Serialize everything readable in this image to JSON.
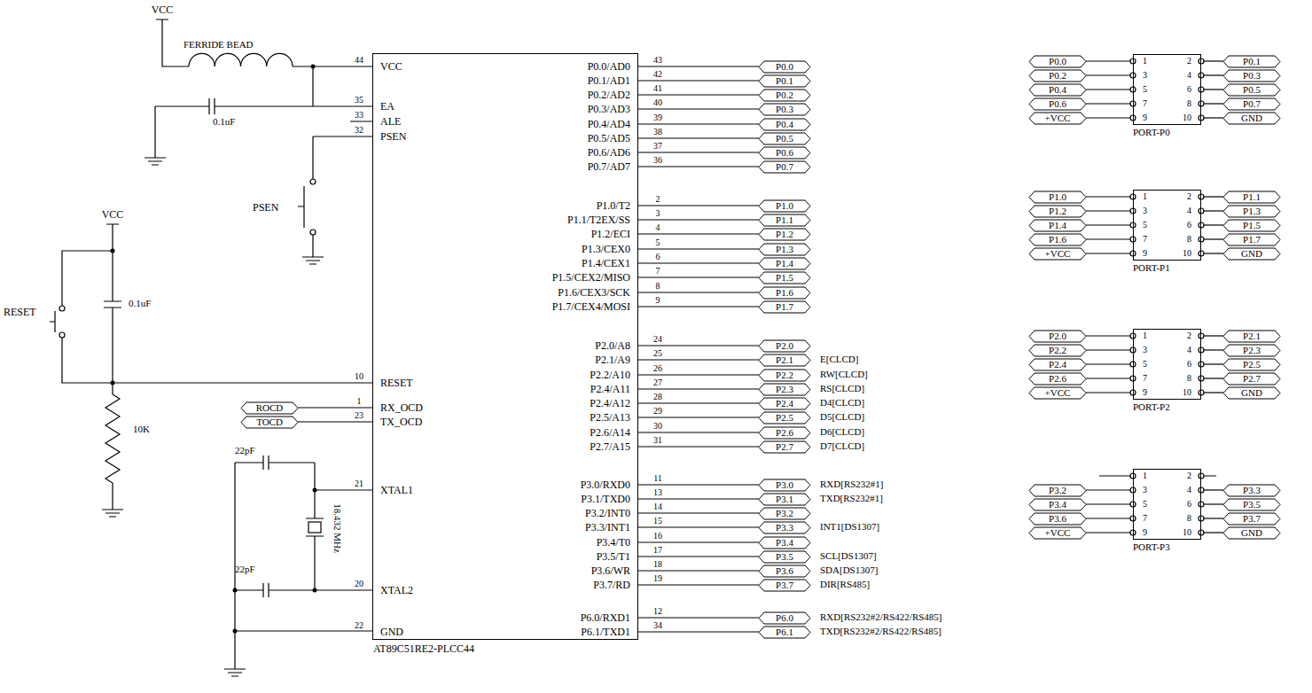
{
  "diagram": {
    "nodes": [
      {
        "text": [
          "VCC",
          "EA",
          "ALE",
          "PSEN",
          "RESET",
          "RX_OCD",
          "TX_OCD",
          "XTAL1",
          "XTAL2",
          "GND",
          "P0.0/AD0",
          "P0.1/AD1",
          "P0.2/AD2",
          "P0.3/AD3",
          "P0.4/AD4",
          "P0.5/AD5",
          "P0.6/AD6",
          "P0.7/AD7",
          "P1.0/T2",
          "P1.1/T2EX/SS",
          "P1.2/ECI",
          "P1.3/CEX0",
          "P1.4/CEX1",
          "P1.5/CEX2/MISO",
          "P1.6/CEX3/SCK",
          "P1.7/CEX4/MOSI",
          "P2.0/A8",
          "P2.1/A9",
          "P2.2/A10",
          "P2.4/A11",
          "P2.4/A12",
          "P2.5/A13",
          "P2.6/A14",
          "P2.7/A15",
          "P3.0/RXD0",
          "P3.1/TXD0",
          "P3.2/INT0",
          "P3.3/INT1",
          "P3.4/T0",
          "P3.5/T1",
          "P3.6/WR",
          "P3.7/RD",
          "P6.0/RXD1",
          "P6.1/TXD1",
          "AT89C51RE2-PLCC44"
        ]
      },
      {
        "text": [
          "ROCD"
        ]
      },
      {
        "text": [
          "TOCD"
        ]
      },
      {
        "text": [
          "P0.0"
        ]
      },
      {
        "text": [
          "P0.1"
        ]
      },
      {
        "text": [
          "P0.2"
        ]
      },
      {
        "text": [
          "P0.3"
        ]
      },
      {
        "text": [
          "P0.4"
        ]
      },
      {
        "text": [
          "P0.5"
        ]
      },
      {
        "text": [
          "P0.6"
        ]
      },
      {
        "text": [
          "P0.7"
        ]
      },
      {
        "text": [
          "P1.0"
        ]
      },
      {
        "text": [
          "P1.1"
        ]
      },
      {
        "text": [
          "P1.2"
        ]
      },
      {
        "text": [
          "P1.3"
        ]
      },
      {
        "text": [
          "P1.4"
        ]
      },
      {
        "text": [
          "P1.5"
        ]
      },
      {
        "text": [
          "P1.6"
        ]
      },
      {
        "text": [
          "P1.7"
        ]
      },
      {
        "text": [
          "P2.0"
        ]
      },
      {
        "text": [
          "P2.1"
        ]
      },
      {
        "text": [
          "P2.2"
        ]
      },
      {
        "text": [
          "P2.3"
        ]
      },
      {
        "text": [
          "P2.4"
        ]
      },
      {
        "text": [
          "P2.5"
        ]
      },
      {
        "text": [
          "P2.6"
        ]
      },
      {
        "text": [
          "P2.7"
        ]
      },
      {
        "text": [
          "P3.0"
        ]
      },
      {
        "text": [
          "P3.1"
        ]
      },
      {
        "text": [
          "P3.2"
        ]
      },
      {
        "text": [
          "P3.3"
        ]
      },
      {
        "text": [
          "P3.4"
        ]
      },
      {
        "text": [
          "P3.5"
        ]
      },
      {
        "text": [
          "P3.6"
        ]
      },
      {
        "text": [
          "P3.7"
        ]
      },
      {
        "text": [
          "P6.0"
        ]
      },
      {
        "text": [
          "P6.1"
        ]
      },
      {
        "text": [
          "1",
          "2",
          "3",
          "4",
          "5",
          "6",
          "7",
          "8",
          "9",
          "10",
          "PORT-P0"
        ]
      },
      {
        "text": [
          "P0.0"
        ]
      },
      {
        "text": [
          "P0.1"
        ]
      },
      {
        "text": [
          "P0.2"
        ]
      },
      {
        "text": [
          "P0.3"
        ]
      },
      {
        "text": [
          "P0.4"
        ]
      },
      {
        "text": [
          "P0.5"
        ]
      },
      {
        "text": [
          "P0.6"
        ]
      },
      {
        "text": [
          "P0.7"
        ]
      },
      {
        "text": [
          "+VCC"
        ]
      },
      {
        "text": [
          "GND"
        ]
      },
      {
        "text": [
          "1",
          "2",
          "3",
          "4",
          "5",
          "6",
          "7",
          "8",
          "9",
          "10",
          "PORT-P1"
        ]
      },
      {
        "text": [
          "P1.0"
        ]
      },
      {
        "text": [
          "P1.1"
        ]
      },
      {
        "text": [
          "P1.2"
        ]
      },
      {
        "text": [
          "P1.3"
        ]
      },
      {
        "text": [
          "P1.4"
        ]
      },
      {
        "text": [
          "P1.5"
        ]
      },
      {
        "text": [
          "P1.6"
        ]
      },
      {
        "text": [
          "P1.7"
        ]
      },
      {
        "text": [
          "+VCC"
        ]
      },
      {
        "text": [
          "GND"
        ]
      },
      {
        "text": [
          "1",
          "2",
          "3",
          "4",
          "5",
          "6",
          "7",
          "8",
          "9",
          "10",
          "PORT-P2"
        ]
      },
      {
        "text": [
          "P2.0"
        ]
      },
      {
        "text": [
          "P2.1"
        ]
      },
      {
        "text": [
          "P2.2"
        ]
      },
      {
        "text": [
          "P2.3"
        ]
      },
      {
        "text": [
          "P2.4"
        ]
      },
      {
        "text": [
          "P2.5"
        ]
      },
      {
        "text": [
          "P2.6"
        ]
      },
      {
        "text": [
          "P2.7"
        ]
      },
      {
        "text": [
          "+VCC"
        ]
      },
      {
        "text": [
          "GND"
        ]
      },
      {
        "text": [
          "1",
          "2",
          "3",
          "4",
          "5",
          "6",
          "7",
          "8",
          "9",
          "10",
          "PORT-P3"
        ]
      },
      {
        "text": [
          "P3.2"
        ]
      },
      {
        "text": [
          "P3.3"
        ]
      },
      {
        "text": [
          "P3.4"
        ]
      },
      {
        "text": [
          "P3.5"
        ]
      },
      {
        "text": [
          "P3.6"
        ]
      },
      {
        "text": [
          "P3.7"
        ]
      },
      {
        "text": [
          "+VCC"
        ]
      },
      {
        "text": [
          "GND"
        ]
      }
    ],
    "edges": [
      {
        "from": 0,
        "to": 1,
        "arrow": "none"
      },
      {
        "from": 0,
        "to": 2,
        "arrow": "none"
      },
      {
        "from": 0,
        "to": 3,
        "arrow": "none"
      },
      {
        "from": 0,
        "to": 4,
        "arrow": "none"
      },
      {
        "from": 0,
        "to": 5,
        "arrow": "none"
      },
      {
        "from": 0,
        "to": 6,
        "arrow": "none"
      },
      {
        "from": 0,
        "to": 7,
        "arrow": "none"
      },
      {
        "from": 0,
        "to": 8,
        "arrow": "none"
      },
      {
        "from": 0,
        "to": 9,
        "arrow": "none"
      },
      {
        "from": 0,
        "to": 10,
        "arrow": "none"
      },
      {
        "from": 0,
        "to": 11,
        "arrow": "none"
      },
      {
        "from": 0,
        "to": 12,
        "arrow": "none"
      },
      {
        "from": 0,
        "to": 13,
        "arrow": "none"
      },
      {
        "from": 0,
        "to": 14,
        "arrow": "none"
      },
      {
        "from": 0,
        "to": 15,
        "arrow": "none"
      },
      {
        "from": 0,
        "to": 16,
        "arrow": "none"
      },
      {
        "from": 0,
        "to": 17,
        "arrow": "none"
      },
      {
        "from": 0,
        "to": 18,
        "arrow": "none"
      },
      {
        "from": 0,
        "to": 19,
        "arrow": "none"
      },
      {
        "from": 0,
        "to": 20,
        "arrow": "none"
      },
      {
        "from": 0,
        "to": 21,
        "arrow": "none"
      },
      {
        "from": 0,
        "to": 22,
        "arrow": "none"
      },
      {
        "from": 0,
        "to": 23,
        "arrow": "none"
      },
      {
        "from": 0,
        "to": 24,
        "arrow": "none"
      },
      {
        "from": 0,
        "to": 25,
        "arrow": "none"
      },
      {
        "from": 0,
        "to": 26,
        "arrow": "none"
      },
      {
        "from": 0,
        "to": 27,
        "arrow": "none"
      },
      {
        "from": 0,
        "to": 28,
        "arrow": "none"
      },
      {
        "from": 0,
        "to": 29,
        "arrow": "none"
      },
      {
        "from": 0,
        "to": 30,
        "arrow": "none"
      },
      {
        "from": 0,
        "to": 31,
        "arrow": "none"
      },
      {
        "from": 0,
        "to": 32,
        "arrow": "none"
      },
      {
        "from": 0,
        "to": 33,
        "arrow": "none"
      },
      {
        "from": 0,
        "to": 34,
        "arrow": "none"
      },
      {
        "from": 0,
        "to": 35,
        "arrow": "none"
      },
      {
        "from": 0,
        "to": 36,
        "arrow": "none"
      },
      {
        "from": 37,
        "to": 38,
        "arrow": "none"
      },
      {
        "from": 37,
        "to": 39,
        "arrow": "none"
      },
      {
        "from": 37,
        "to": 40,
        "arrow": "none"
      },
      {
        "from": 37,
        "to": 41,
        "arrow": "none"
      },
      {
        "from": 37,
        "to": 42,
        "arrow": "none"
      },
      {
        "from": 37,
        "to": 43,
        "arrow": "none"
      },
      {
        "from": 37,
        "to": 44,
        "arrow": "none"
      },
      {
        "from": 37,
        "to": 45,
        "arrow": "none"
      },
      {
        "from": 37,
        "to": 46,
        "arrow": "none"
      },
      {
        "from": 37,
        "to": 47,
        "arrow": "none"
      },
      {
        "from": 48,
        "to": 49,
        "arrow": "none"
      },
      {
        "from": 48,
        "to": 50,
        "arrow": "none"
      },
      {
        "from": 48,
        "to": 51,
        "arrow": "none"
      },
      {
        "from": 48,
        "to": 52,
        "arrow": "none"
      },
      {
        "from": 48,
        "to": 53,
        "arrow": "none"
      },
      {
        "from": 48,
        "to": 54,
        "arrow": "none"
      },
      {
        "from": 48,
        "to": 55,
        "arrow": "none"
      },
      {
        "from": 48,
        "to": 56,
        "arrow": "none"
      },
      {
        "from": 48,
        "to": 57,
        "arrow": "none"
      },
      {
        "from": 48,
        "to": 58,
        "arrow": "none"
      },
      {
        "from": 59,
        "to": 60,
        "arrow": "none"
      },
      {
        "from": 59,
        "to": 61,
        "arrow": "none"
      },
      {
        "from": 59,
        "to": 62,
        "arrow": "none"
      },
      {
        "from": 59,
        "to": 63,
        "arrow": "none"
      },
      {
        "from": 59,
        "to": 64,
        "arrow": "none"
      },
      {
        "from": 59,
        "to": 65,
        "arrow": "none"
      },
      {
        "from": 59,
        "to": 66,
        "arrow": "none"
      },
      {
        "from": 59,
        "to": 67,
        "arrow": "none"
      },
      {
        "from": 59,
        "to": 68,
        "arrow": "none"
      },
      {
        "from": 59,
        "to": 69,
        "arrow": "none"
      },
      {
        "from": 70,
        "to": 71,
        "arrow": "none"
      },
      {
        "from": 70,
        "to": 72,
        "arrow": "none"
      },
      {
        "from": 70,
        "to": 73,
        "arrow": "none"
      },
      {
        "from": 70,
        "to": 74,
        "arrow": "none"
      },
      {
        "from": 70,
        "to": 75,
        "arrow": "none"
      },
      {
        "from": 70,
        "to": 76,
        "arrow": "none"
      },
      {
        "from": 70,
        "to": 77,
        "arrow": "none"
      },
      {
        "from": 70,
        "to": 78,
        "arrow": "none"
      }
    ],
    "labels": [
      "44",
      "35",
      "33",
      "32",
      "10",
      "1",
      "23",
      "21",
      "20",
      "22",
      "43",
      "42",
      "41",
      "40",
      "39",
      "38",
      "37",
      "36",
      "2",
      "3",
      "4",
      "5",
      "6",
      "7",
      "8",
      "9",
      "24",
      "25",
      "26",
      "27",
      "28",
      "29",
      "30",
      "31",
      "11",
      "13",
      "14",
      "15",
      "16",
      "17",
      "18",
      "19",
      "12",
      "34",
      "E[CLCD]",
      "RW[CLCD]",
      "RS[CLCD]",
      "D4[CLCD]",
      "D5[CLCD]",
      "D6[CLCD]",
      "D7[CLCD]",
      "RXD[RS232#1]",
      "TXD[RS232#1]",
      "INT1[DS1307]",
      "SCL[DS1307]",
      "SDA[DS1307]",
      "DIR[RS485]",
      "RXD[RS232#2/RS422/RS485]",
      "TXD[RS232#2/RS422/RS485]",
      "VCC",
      "FERRIDE BEAD",
      "0.1uF",
      "PSEN",
      "VCC",
      "RESET",
      "0.1uF",
      "10K",
      "22pF",
      "22pF",
      "18.432 MHz"
    ]
  }
}
